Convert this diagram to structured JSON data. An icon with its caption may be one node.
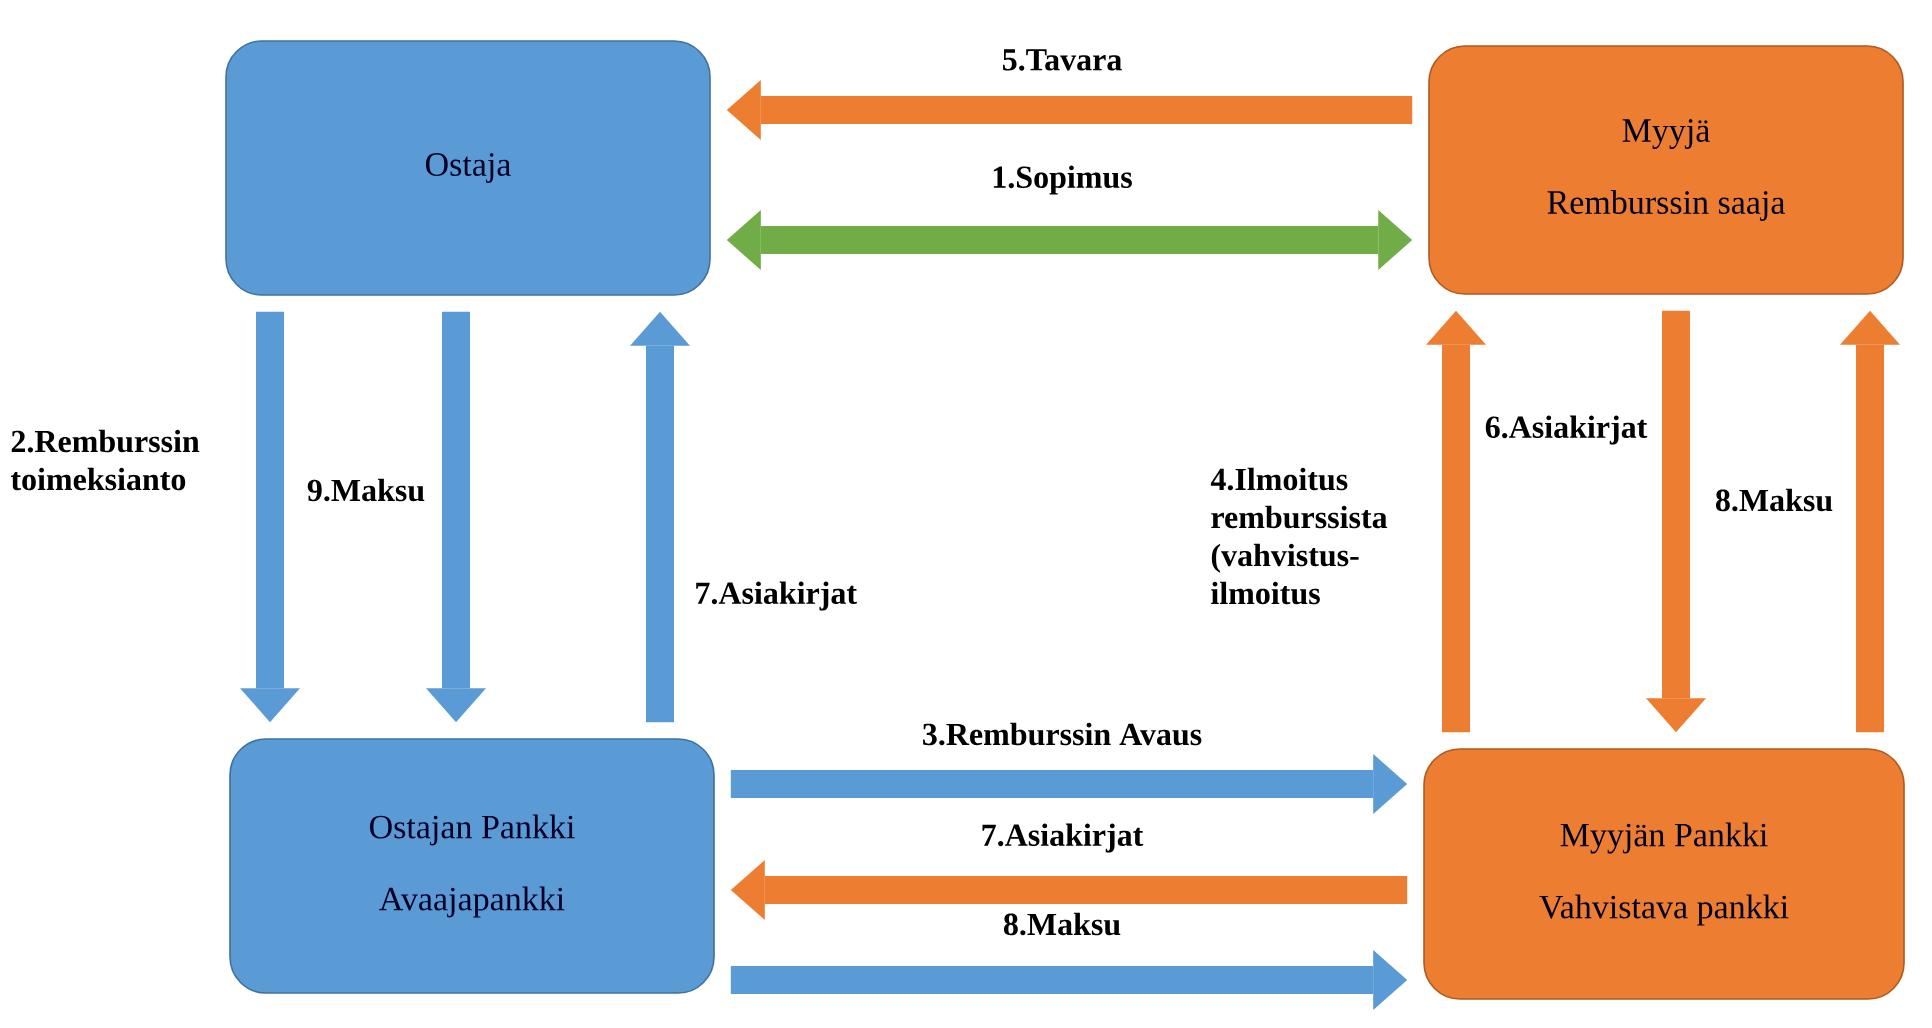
{
  "diagram": {
    "nodes": [
      {
        "text": [
          "Ostaja"
        ]
      },
      {
        "text": [
          "Myyjä",
          "Remburssin saaja"
        ]
      },
      {
        "text": [
          "Ostajan Pankki",
          "Avaajapankki"
        ]
      },
      {
        "text": [
          "Myyjän Pankki",
          "Vahvistava pankki"
        ]
      }
    ],
    "edges": [
      {
        "from": 1,
        "to": 0,
        "arrow": "to",
        "label": "5.Tavara",
        "color": "#ed7d31"
      },
      {
        "from": 0,
        "to": 1,
        "arrow": "both",
        "label": "1.Sopimus",
        "color": "#70ad47"
      },
      {
        "from": 0,
        "to": 2,
        "arrow": "to",
        "label": "2.Remburssin toimeksianto",
        "color": "#5b9bd5"
      },
      {
        "from": 0,
        "to": 2,
        "arrow": "to",
        "label": "9.Maksu",
        "color": "#5b9bd5"
      },
      {
        "from": 2,
        "to": 0,
        "arrow": "to",
        "label": "7.Asiakirjat",
        "color": "#5b9bd5"
      },
      {
        "from": 3,
        "to": 1,
        "arrow": "to",
        "label": "4.Ilmoitus remburssista (vahvistus- ilmoitus",
        "color": "#ed7d31"
      },
      {
        "from": 1,
        "to": 3,
        "arrow": "to",
        "label": "6.Asiakirjat",
        "color": "#ed7d31"
      },
      {
        "from": 2,
        "to": 3,
        "arrow": "to",
        "label": "3.Remburssin Avaus",
        "color": "#5b9bd5"
      },
      {
        "from": 3,
        "to": 2,
        "arrow": "to",
        "label": "7.Asiakirjat",
        "color": "#ed7d31"
      },
      {
        "from": 2,
        "to": 3,
        "arrow": "to",
        "label": "8.Maksu",
        "color": "#5b9bd5"
      },
      {
        "from": 3,
        "to": 1,
        "arrow": "to",
        "label": "8.Maksu",
        "color": "#ed7d31"
      }
    ]
  }
}
